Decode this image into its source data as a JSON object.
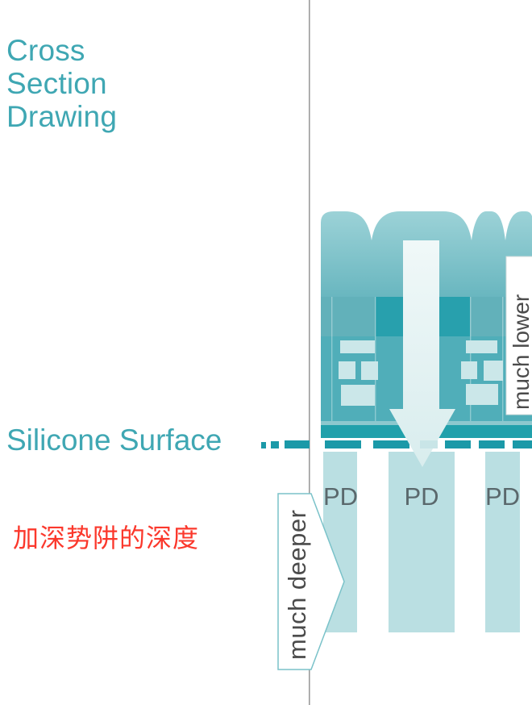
{
  "title": {
    "lines": [
      "Cross",
      "Section",
      "Drawing"
    ]
  },
  "labels": {
    "surface": "Silicone Surface",
    "annotation_cn": "加深势阱的深度",
    "much_lower": "much lower",
    "much_deeper": "much deeper"
  },
  "pd_labels": [
    "PD",
    "PD",
    "PD"
  ],
  "colors": {
    "teal_text": "#3fa7b3",
    "annotation_red": "#fb382c",
    "callout_gray": "#4b4b4b",
    "pd_label_gray": "#5a686c",
    "surface_dash": "#1b99a8",
    "photodiode_fill": "#badfe2",
    "microlens_light": "#9cd2d7",
    "structure_mid": "#50aeb9",
    "structure_dark": "#28a0ad",
    "arrow_fill": "#e9f5f5",
    "frame_line": "#9b9b9b"
  }
}
